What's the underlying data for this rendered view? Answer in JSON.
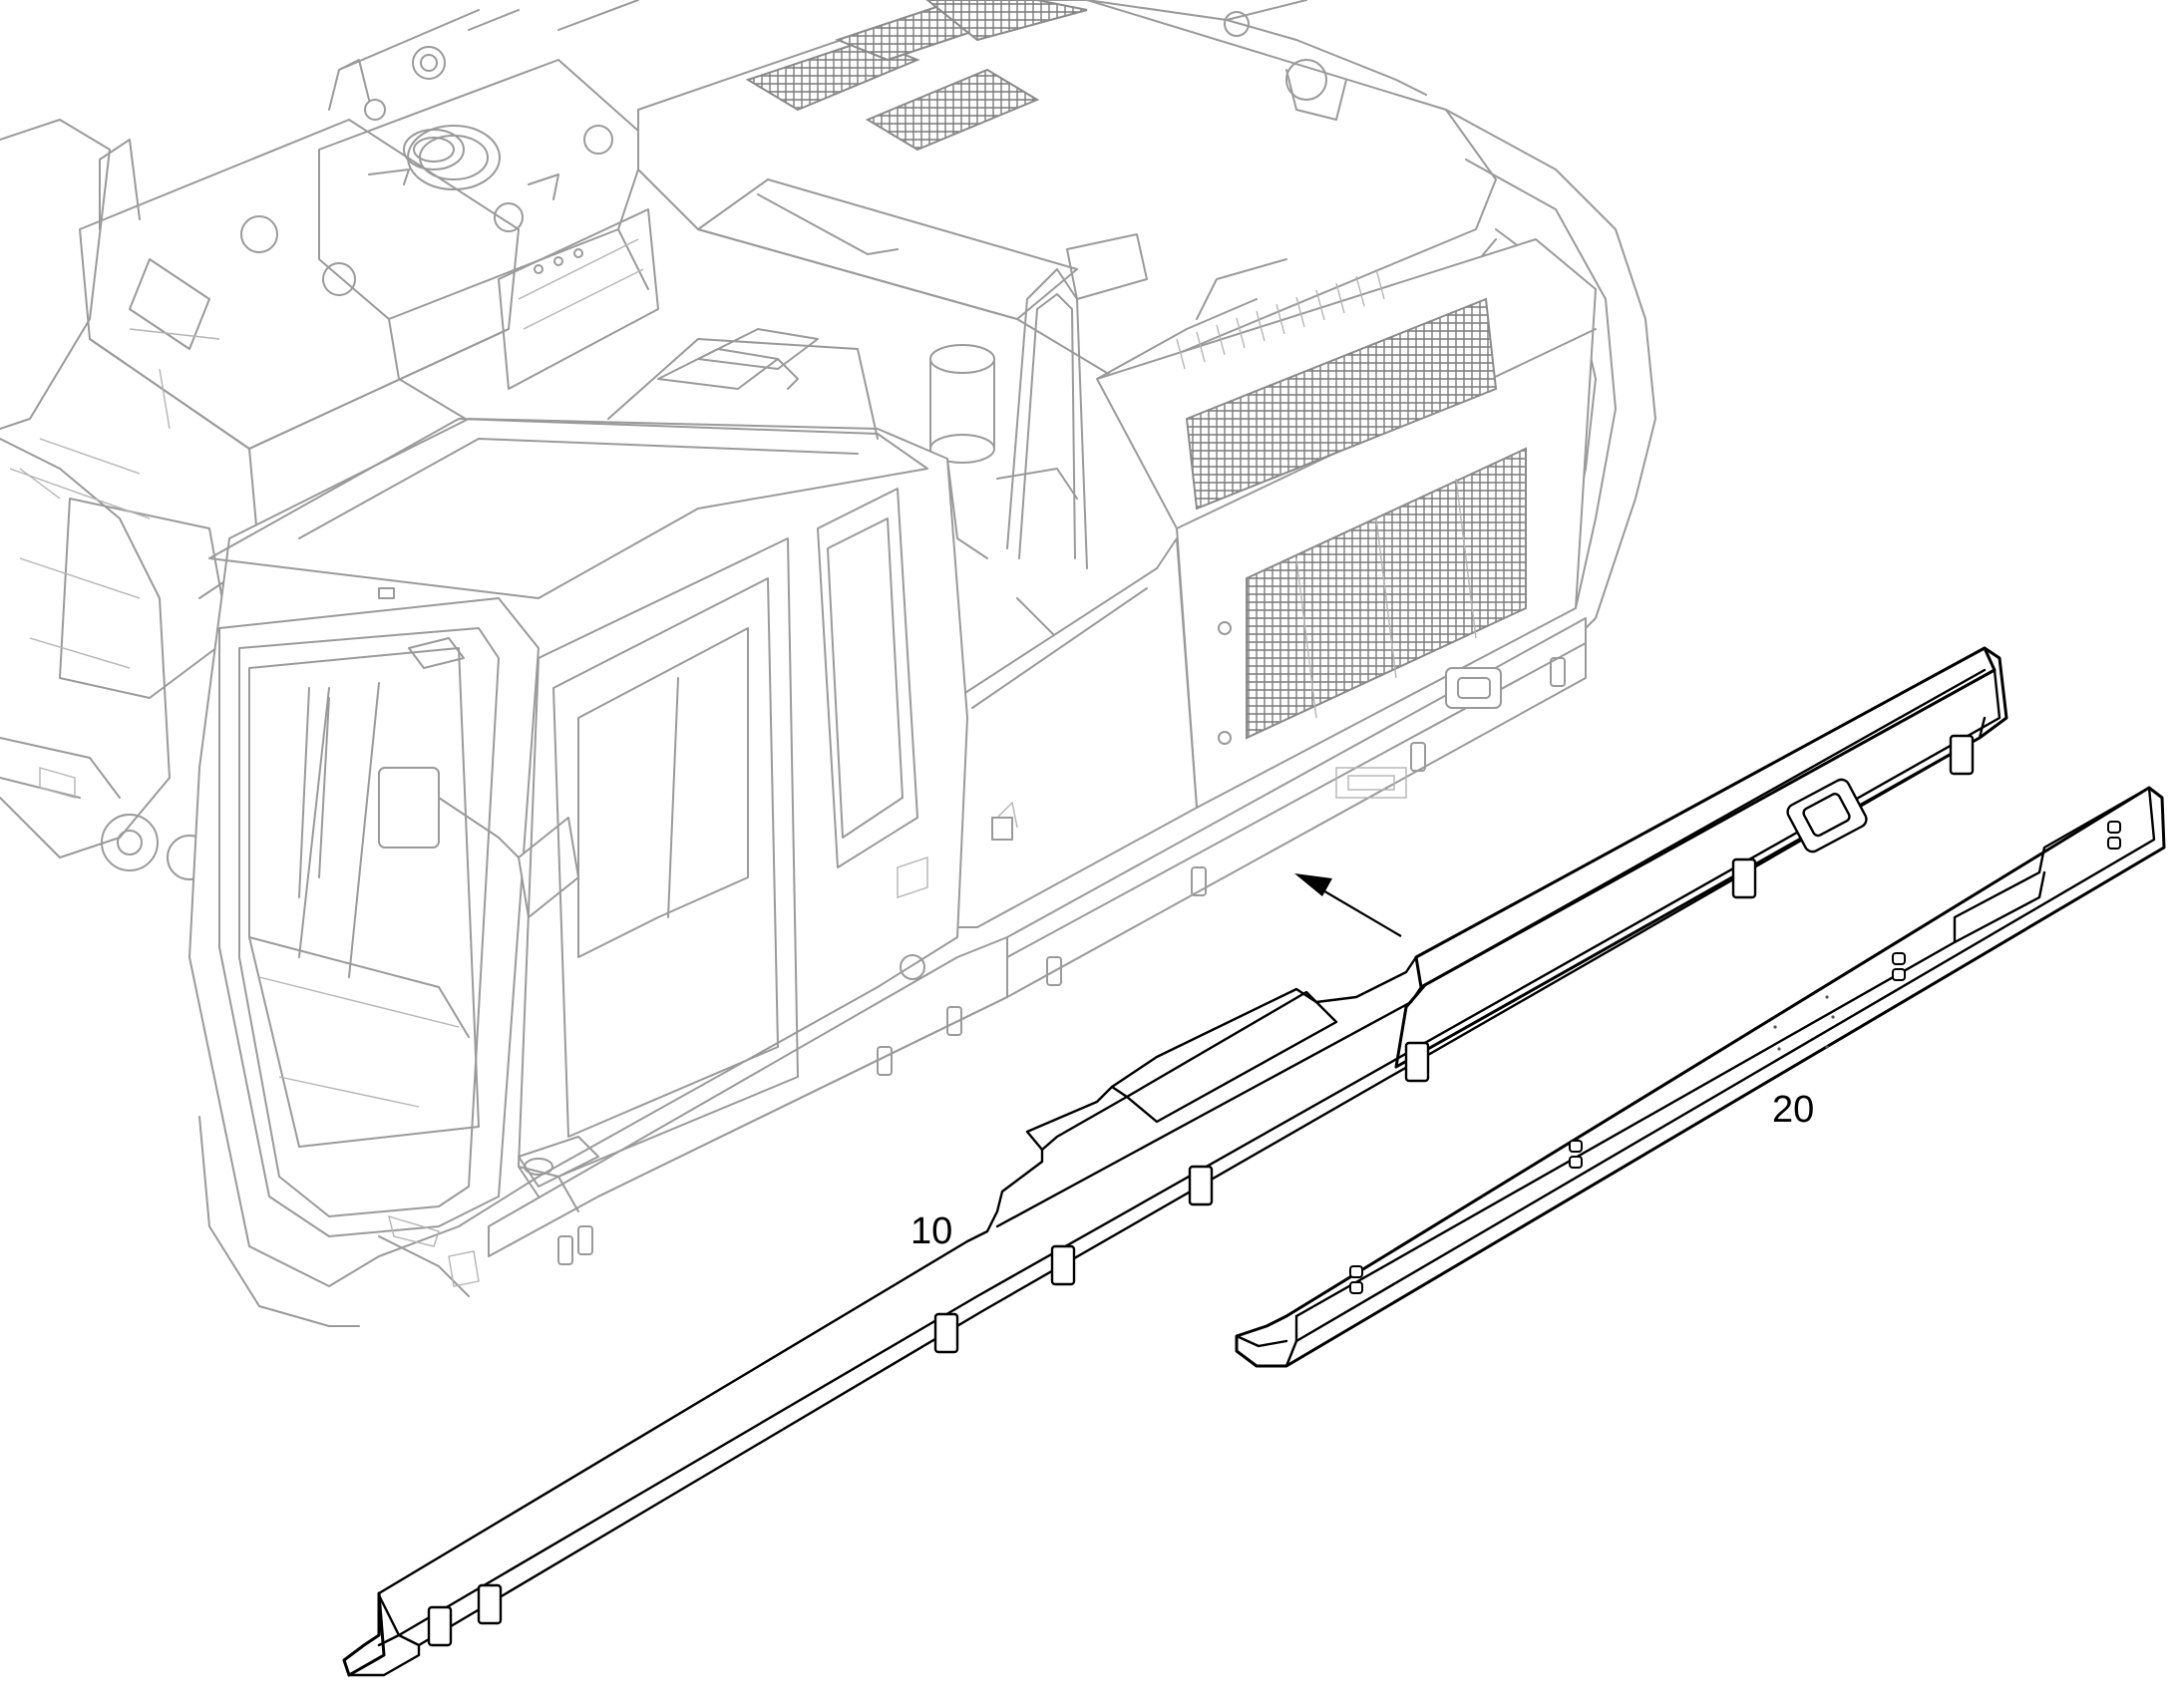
{
  "diagram": {
    "callouts": [
      {
        "id": "part-10",
        "text": "10"
      },
      {
        "id": "part-20",
        "text": "20"
      }
    ]
  }
}
